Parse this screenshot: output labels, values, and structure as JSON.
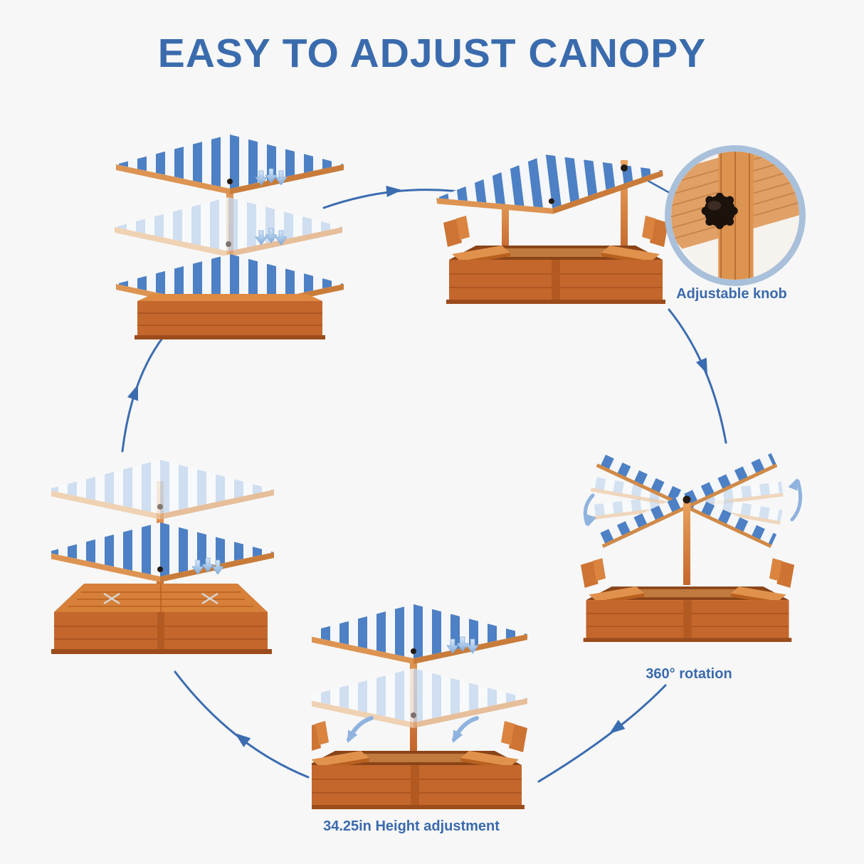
{
  "title": "EASY TO ADJUST CANOPY",
  "callouts": {
    "adjustable_knob": "Adjustable knob",
    "rotation": "360° rotation",
    "height_adjustment": "34.25in Height adjustment"
  },
  "colors": {
    "background": "#f7f7f8",
    "title_text": "#3a6bad",
    "label_text": "#3a6aad",
    "flow_arrow": "#3b6cb0",
    "soft_arrow": "#8fb3de",
    "canopy_stripe_blue": "#4d80c4",
    "canopy_stripe_white": "#f4f6f9",
    "wood": "#c4672c",
    "wood_light": "#e0914c",
    "magnifier_ring": "#a9c0da",
    "knob": "#1b120c"
  },
  "figures": {
    "height_stack": "sandbox-canopy-lowering-steps",
    "overview": "sandbox-with-canopy-and-benches",
    "magnifier": "adjustable-knob-closeup",
    "rotation": "canopy-360-rotation",
    "closed": "closed-sandbox-canopy-lowering",
    "height_adjustment": "sandbox-canopy-height-adjustment"
  }
}
